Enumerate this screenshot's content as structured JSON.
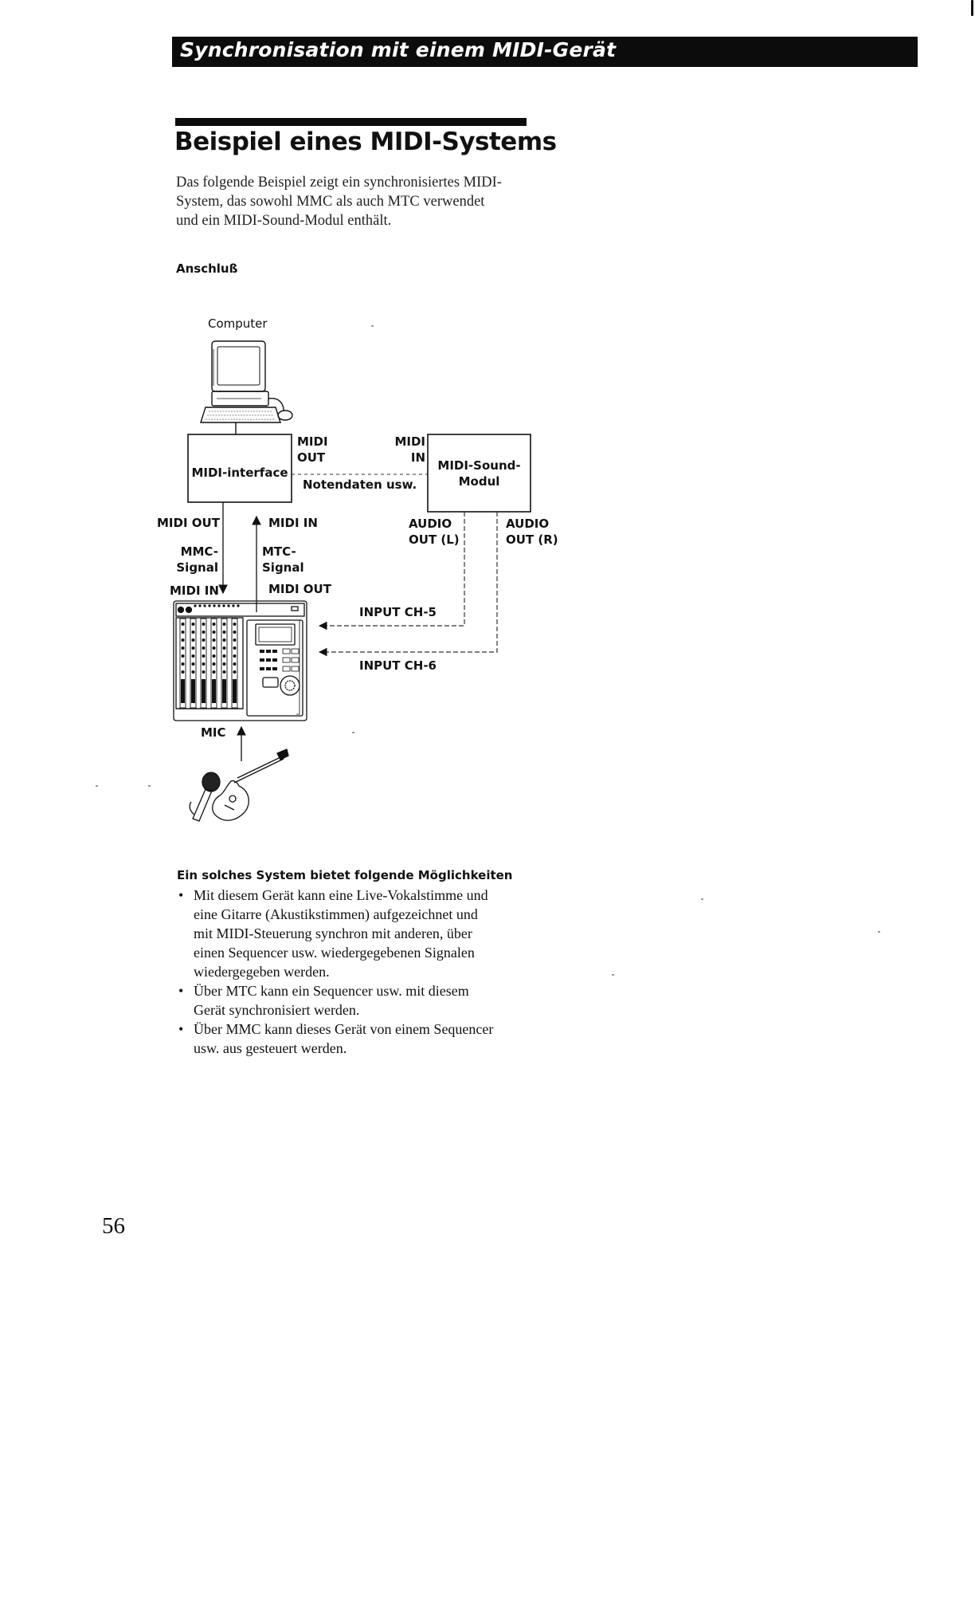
{
  "header": {
    "section_title": "Synchronisation mit einem MIDI-Gerät"
  },
  "heading": "Beispiel eines MIDI-Systems",
  "intro_lines": [
    "Das folgende Beispiel zeigt ein synchronisiertes MIDI-",
    "System, das sowohl MMC als auch MTC verwendet",
    "und ein MIDI-Sound-Modul enthält."
  ],
  "connection_heading": "Anschluß",
  "diagram": {
    "computer": "Computer",
    "midi_interface": "MIDI-interface",
    "sound_module": [
      "MIDI-Sound-",
      "Modul"
    ],
    "midi_out_top": [
      "MIDI",
      "OUT"
    ],
    "midi_in_top": [
      "MIDI",
      "IN"
    ],
    "note_data": "Notendaten usw.",
    "midi_out_left": "MIDI OUT",
    "midi_in_mid": "MIDI IN",
    "mmc_signal": [
      "MMC-",
      "Signal"
    ],
    "mtc_signal": [
      "MTC-",
      "Signal"
    ],
    "midi_in_left": "MIDI IN",
    "midi_out_mid": "MIDI OUT",
    "audio_out_l": [
      "AUDIO",
      "OUT (L)"
    ],
    "audio_out_r": [
      "AUDIO",
      "OUT (R)"
    ],
    "input_ch5": "INPUT CH-5",
    "input_ch6": "INPUT CH-6",
    "mic": "MIC"
  },
  "features": {
    "heading": "Ein solches System bietet folgende Möglichkeiten",
    "bullet": "•",
    "items": [
      {
        "lines": [
          "Mit diesem Gerät kann eine Live-Vokalstimme und",
          "eine Gitarre (Akustikstimmen) aufgezeichnet und",
          "mit MIDI-Steuerung synchron mit anderen, über",
          "einen Sequencer usw. wiedergegebenen Signalen",
          "wiedergegeben werden."
        ]
      },
      {
        "lines": [
          "Über MTC kann ein Sequencer usw. mit diesem",
          "Gerät synchronisiert werden."
        ]
      },
      {
        "lines": [
          "Über MMC kann dieses Gerät von einem Sequencer",
          "usw. aus gesteuert werden."
        ]
      }
    ]
  },
  "page_number": "56"
}
